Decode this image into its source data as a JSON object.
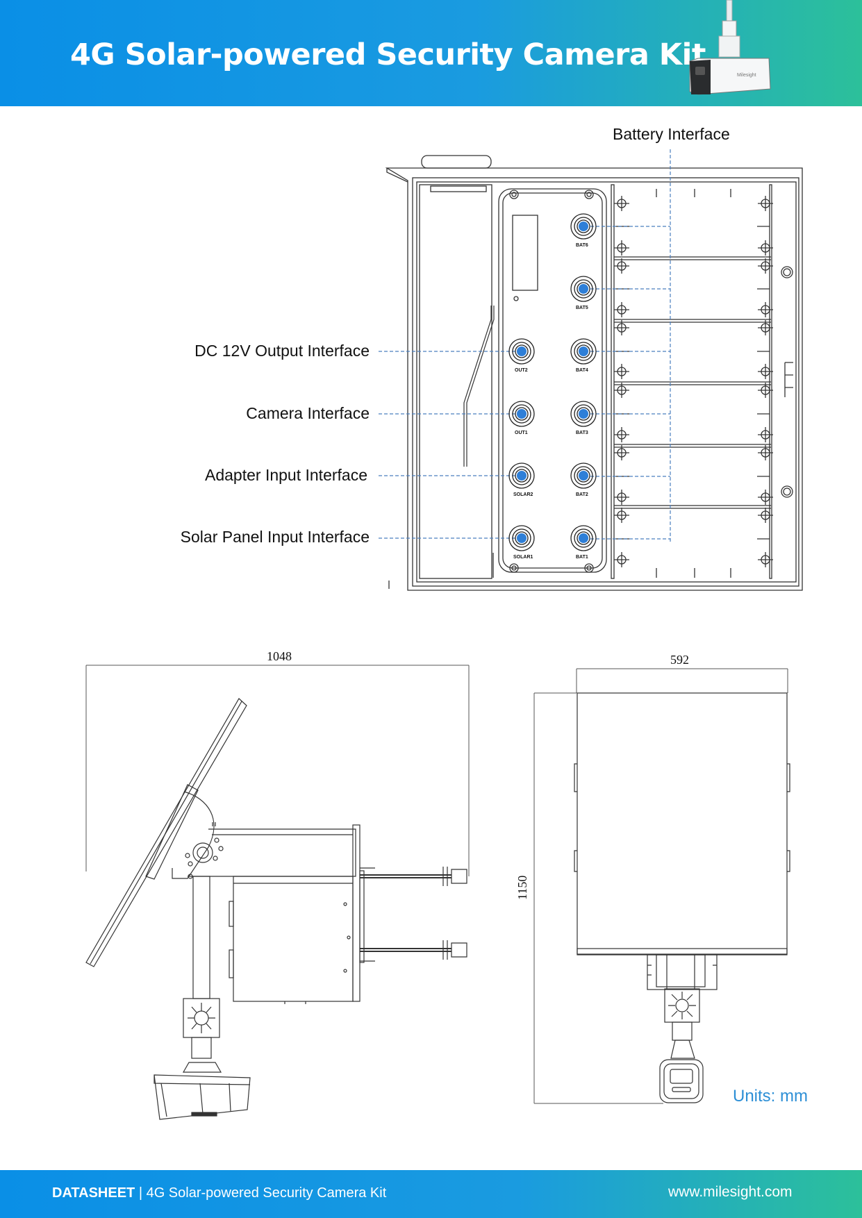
{
  "header": {
    "title": "4G Solar-powered Security Camera Kit",
    "camera_brand": "Milesight",
    "background_colors": [
      "#0a8fe6",
      "#2cc09a"
    ]
  },
  "interface_labels": {
    "battery": "Battery Interface",
    "dc_output": "DC 12V Output Interface",
    "camera": "Camera Interface",
    "adapter": "Adapter Input Interface",
    "solar": "Solar Panel Input Interface"
  },
  "port_labels": {
    "bat6": "BAT6",
    "bat5": "BAT5",
    "bat4": "BAT4",
    "bat3": "BAT3",
    "bat2": "BAT2",
    "bat1": "BAT1",
    "out2": "OUT2",
    "out1": "OUT1",
    "solar2": "SOLAR2",
    "solar1": "SOLAR1"
  },
  "dimensions": {
    "width_side": "1048",
    "width_front": "592",
    "height": "1150",
    "units": "Units: mm"
  },
  "footer": {
    "label": "DATASHEET",
    "product": " | 4G Solar-powered Security Camera Kit",
    "website": "www.milesight.com"
  },
  "colors": {
    "accent": "#2d8fd6",
    "port_dot": "#2e7fd8",
    "leader_line": "#4a7fbf"
  }
}
